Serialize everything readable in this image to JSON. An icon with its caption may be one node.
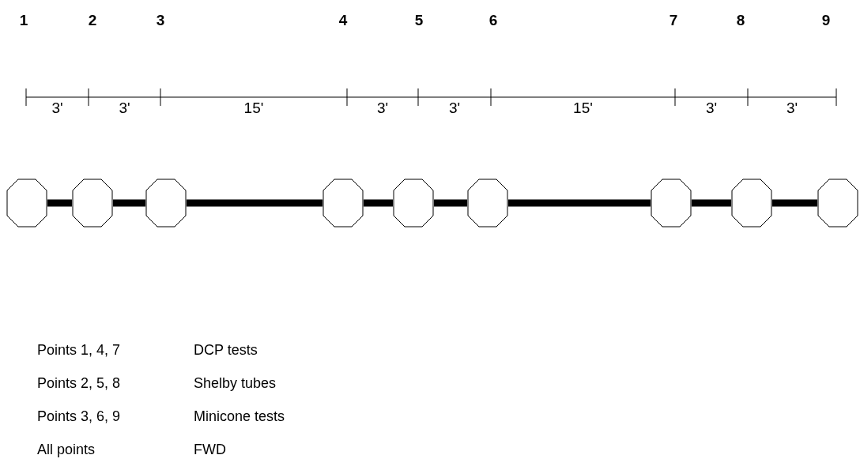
{
  "diagram": {
    "nodes": [
      {
        "text": [],
        "shape": "octagon"
      },
      {
        "text": [],
        "shape": "octagon"
      },
      {
        "text": [],
        "shape": "octagon"
      },
      {
        "text": [],
        "shape": "octagon"
      },
      {
        "text": [],
        "shape": "octagon"
      },
      {
        "text": [],
        "shape": "octagon"
      },
      {
        "text": [],
        "shape": "octagon"
      },
      {
        "text": [],
        "shape": "octagon"
      },
      {
        "text": [],
        "shape": "octagon"
      }
    ],
    "edges": [
      {
        "from": 0,
        "to": 1,
        "arrow": "none"
      },
      {
        "from": 1,
        "to": 2,
        "arrow": "none"
      },
      {
        "from": 2,
        "to": 3,
        "arrow": "none"
      },
      {
        "from": 3,
        "to": 4,
        "arrow": "none"
      },
      {
        "from": 4,
        "to": 5,
        "arrow": "none"
      },
      {
        "from": 5,
        "to": 6,
        "arrow": "none"
      },
      {
        "from": 6,
        "to": 7,
        "arrow": "none"
      },
      {
        "from": 7,
        "to": 8,
        "arrow": "none"
      }
    ],
    "labels": [
      "1",
      "2",
      "3",
      "4",
      "5",
      "6",
      "7",
      "8",
      "9",
      "3'",
      "3'",
      "15'",
      "3'",
      "3'",
      "15'",
      "3'",
      "3'",
      "Points 1, 4, 7",
      "DCP tests",
      "Points 2, 5, 8",
      "Shelby tubes",
      "Points 3, 6, 9",
      "Minicone tests",
      "All points",
      "FWD"
    ]
  }
}
